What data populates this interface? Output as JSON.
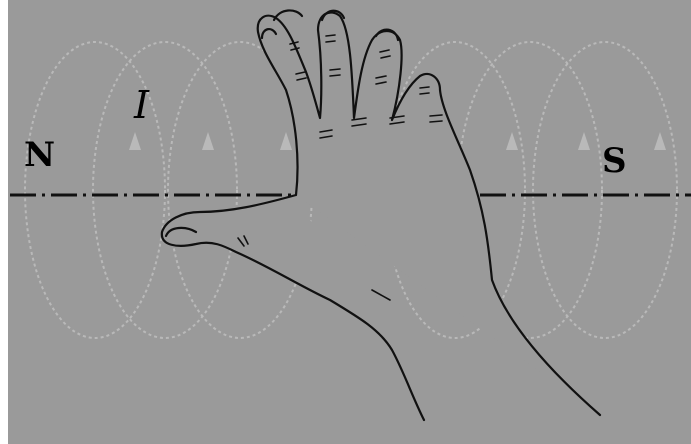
{
  "figure": {
    "background": "#9a9a9a",
    "ink_color": "#111111",
    "field_line_color": "#b9b9b9",
    "labels": {
      "north": "N",
      "south": "S",
      "current": "I"
    }
  }
}
